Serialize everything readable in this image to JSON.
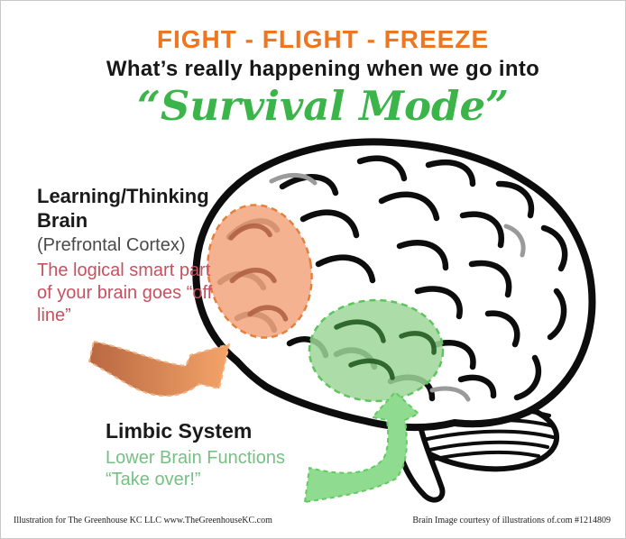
{
  "canvas": {
    "background": "#ffffff",
    "border": "#c8c8c8"
  },
  "header": {
    "title": "FIGHT - FLIGHT - FREEZE",
    "title_color": "#ED7623",
    "subtitle": "What’s really happening when we go into",
    "subtitle_color": "#171717",
    "script_title": "“Survival Mode”",
    "script_color": "#3BB54A"
  },
  "prefrontal": {
    "heading": "Learning/Thinking Brain",
    "subheading": "(Prefrontal Cortex)",
    "description": "The logical smart part of your brain goes “off line”",
    "description_color": "#C75160",
    "highlight_color": "#F3A782",
    "arrow_color": "#E08A4F"
  },
  "limbic": {
    "heading": "Limbic System",
    "description_line1": "Lower Brain Functions",
    "description_line2": "“Take over!”",
    "text_color": "#76C084",
    "highlight_color": "#9ED698",
    "arrow_color": "#8FDB8F"
  },
  "footer": {
    "left": "Illustration for The Greenhouse KC LLC  www.TheGreenhouseKC.com",
    "right": "Brain Image courtesy of illustrations of.com  #1214809"
  }
}
